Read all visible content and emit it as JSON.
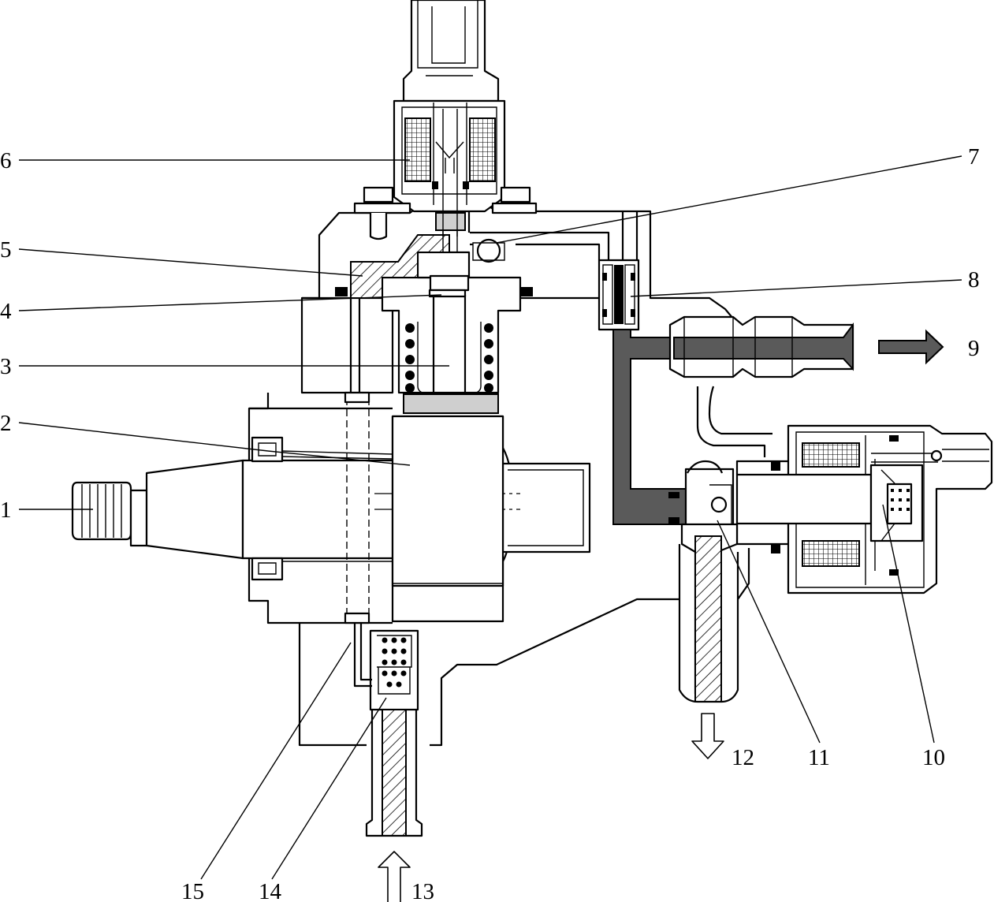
{
  "labels": {
    "l1": "1",
    "l2": "2",
    "l3": "3",
    "l4": "4",
    "l5": "5",
    "l6": "6",
    "l7": "7",
    "l8": "8",
    "l9": "9",
    "l10": "10",
    "l11": "11",
    "l12": "12",
    "l13": "13",
    "l14": "14",
    "l15": "15"
  },
  "colors": {
    "line": "#000000",
    "background": "#ffffff",
    "fuel_high_pressure": "#5a5a5a",
    "cam_follower": "#cfcfcf"
  }
}
